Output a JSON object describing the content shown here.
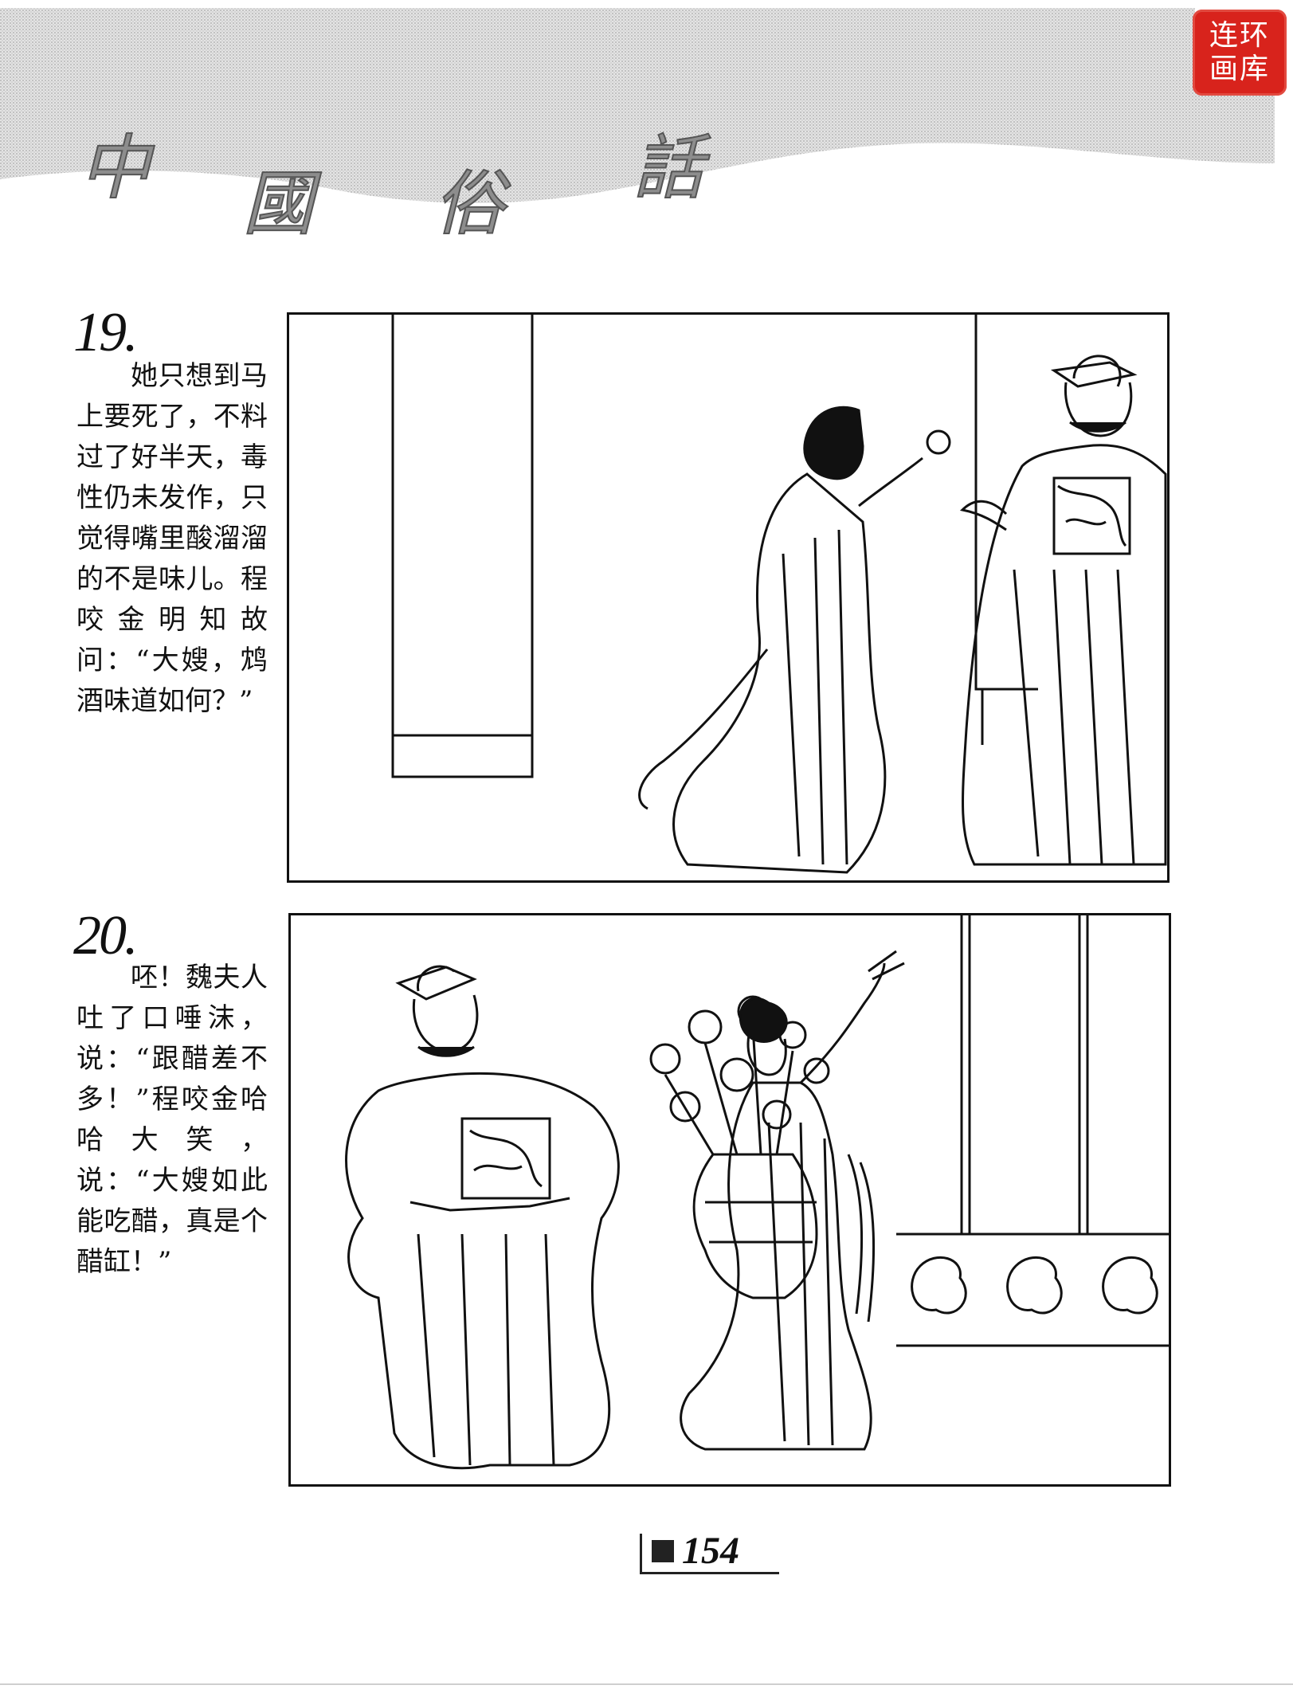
{
  "header": {
    "title_chars": [
      "中",
      "國",
      "俗",
      "話"
    ]
  },
  "stamp": {
    "line1": "连环",
    "line2": "画库"
  },
  "frames": [
    {
      "number": "19.",
      "caption": "她只想到马上要死了，不料过了好半天，毒性仍未发作，只觉得嘴里酸溜溜的不是味儿。程咬金明知故问：“大嫂，鸩酒味道如何？”"
    },
    {
      "number": "20.",
      "caption": "呸！魏夫人吐了口唾沫，说：“跟醋差不多！”程咬金哈哈大笑，说：“大嫂如此能吃醋，真是个醋缸！”"
    }
  ],
  "page": {
    "number": "154"
  }
}
